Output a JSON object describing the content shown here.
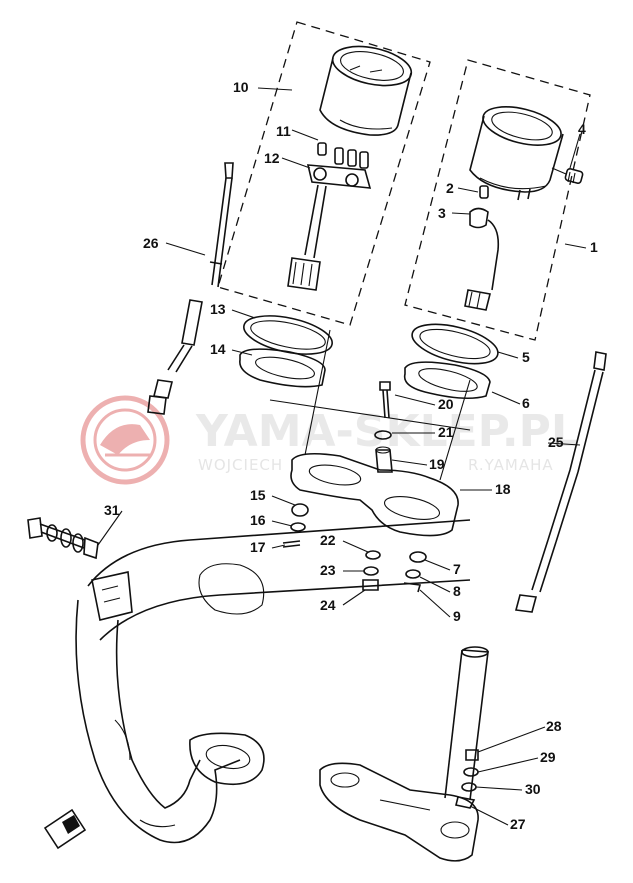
{
  "watermark": {
    "brand": "YAMA-SKLEP.PL",
    "tagline": "WOJCIECH",
    "tagline_tail": "R.YAMAHA",
    "accent_color": "#e06060"
  },
  "callouts": [
    {
      "id": "c1",
      "label": "1"
    },
    {
      "id": "c2",
      "label": "2"
    },
    {
      "id": "c3",
      "label": "3"
    },
    {
      "id": "c4",
      "label": "4"
    },
    {
      "id": "c5",
      "label": "5"
    },
    {
      "id": "c6",
      "label": "6"
    },
    {
      "id": "c7",
      "label": "7"
    },
    {
      "id": "c8",
      "label": "8"
    },
    {
      "id": "c9",
      "label": "9"
    },
    {
      "id": "c10",
      "label": "10"
    },
    {
      "id": "c11",
      "label": "11"
    },
    {
      "id": "c12",
      "label": "12"
    },
    {
      "id": "c13",
      "label": "13"
    },
    {
      "id": "c14",
      "label": "14"
    },
    {
      "id": "c15",
      "label": "15"
    },
    {
      "id": "c16",
      "label": "16"
    },
    {
      "id": "c17",
      "label": "17"
    },
    {
      "id": "c18",
      "label": "18"
    },
    {
      "id": "c19",
      "label": "19"
    },
    {
      "id": "c20",
      "label": "20"
    },
    {
      "id": "c21",
      "label": "21"
    },
    {
      "id": "c22",
      "label": "22"
    },
    {
      "id": "c23",
      "label": "23"
    },
    {
      "id": "c24",
      "label": "24"
    },
    {
      "id": "c25",
      "label": "25"
    },
    {
      "id": "c26",
      "label": "26"
    },
    {
      "id": "c27",
      "label": "27"
    },
    {
      "id": "c28",
      "label": "28"
    },
    {
      "id": "c29",
      "label": "29"
    },
    {
      "id": "c30",
      "label": "30"
    },
    {
      "id": "c31",
      "label": "31"
    }
  ]
}
